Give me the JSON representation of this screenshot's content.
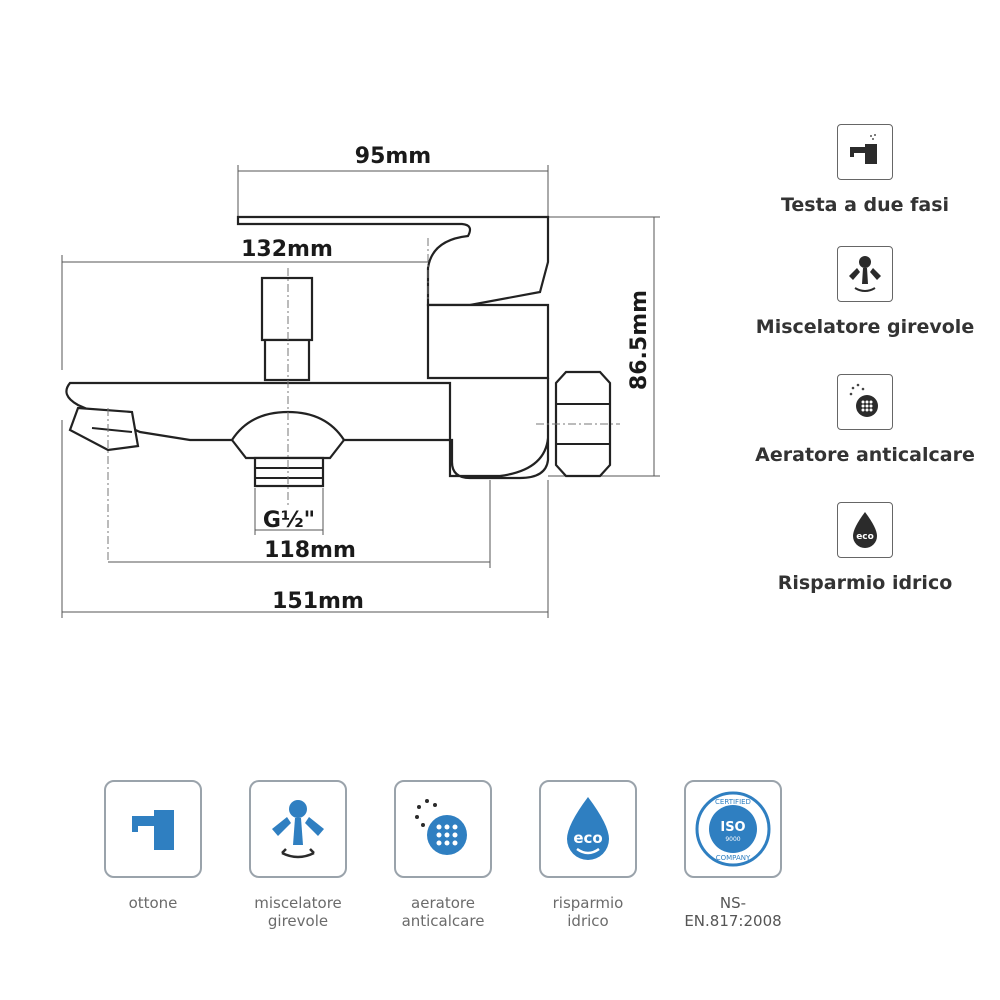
{
  "drawing": {
    "dimensions": {
      "top_width": "95mm",
      "body_width": "132mm",
      "height": "86.5mm",
      "thread": "G½\"",
      "spout_reach": "118mm",
      "overall_width": "151mm"
    }
  },
  "features": [
    {
      "icon": "faucet-icon",
      "label": "Testa a due fasi"
    },
    {
      "icon": "swivel-mixer-icon",
      "label": "Miscelatore girevole"
    },
    {
      "icon": "aerator-icon",
      "label": "Aeratore anticalcare"
    },
    {
      "icon": "eco-drop-icon",
      "label": "Risparmio idrico"
    }
  ],
  "badges": [
    {
      "icon": "faucet-icon",
      "label_lines": [
        "ottone"
      ]
    },
    {
      "icon": "swivel-mixer-icon",
      "label_lines": [
        "miscelatore",
        "girevole"
      ]
    },
    {
      "icon": "aerator-icon",
      "label_lines": [
        "aeratore",
        "anticalcare"
      ]
    },
    {
      "icon": "eco-drop-icon",
      "label_lines": [
        "risparmio",
        "idrico"
      ],
      "eco_text": "eco"
    },
    {
      "icon": "iso-seal-icon",
      "label_lines": [
        "NS-EN.817:2008"
      ],
      "seal_top": "CERTIFIED",
      "seal_bottom": "COMPANY",
      "seal_main": "ISO",
      "seal_sub": "9000"
    }
  ],
  "colors": {
    "accent_blue": "#2f7fc1",
    "dark_icon": "#2b2b2b"
  }
}
